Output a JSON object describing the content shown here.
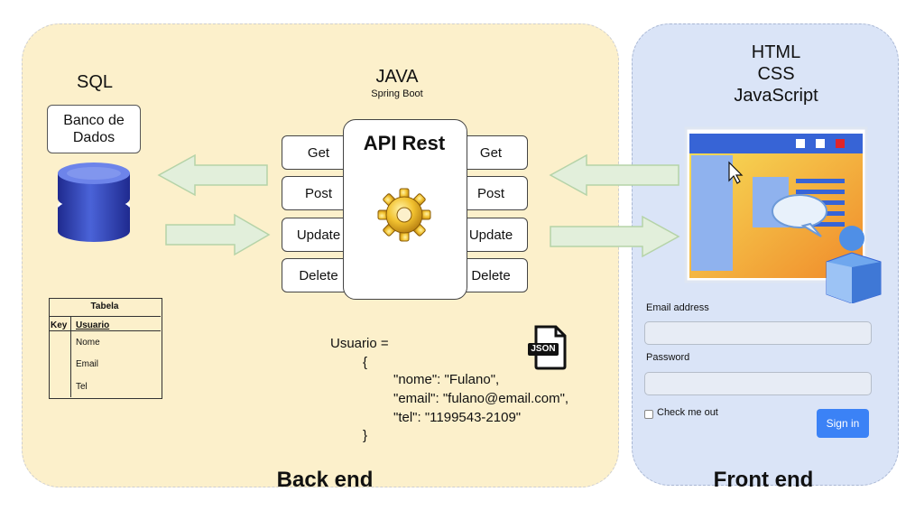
{
  "backend": {
    "zone_title": "Back end",
    "sql_label": "SQL",
    "db_label_line1": "Banco de",
    "db_label_line2": "Dados",
    "java_label": "JAVA",
    "java_sub": "Spring Boot",
    "api_title": "API Rest",
    "methods_left": [
      "Get",
      "Post",
      "Update",
      "Delete"
    ],
    "methods_right": [
      "Get",
      "Post",
      "Update",
      "Delete"
    ],
    "table": {
      "title": "Tabela",
      "key_header": "Key",
      "pk_field": "Usuario",
      "fields": [
        "Nome",
        "Email",
        "Tel"
      ]
    },
    "json_badge": "JSON",
    "code_lines": [
      "Usuario =",
      "{",
      "\"nome\": \"Fulano\",",
      "\"email\": \"fulano@email.com\",",
      "\"tel\": \"1199543-2109\"",
      "}"
    ]
  },
  "frontend": {
    "zone_title": "Front end",
    "tech_lines": [
      "HTML",
      "CSS",
      "JavaScript"
    ],
    "form": {
      "email_label": "Email address",
      "password_label": "Password",
      "checkbox_label": "Check me out",
      "signin_label": "Sign in"
    }
  },
  "colors": {
    "backend_bg": "#fcf0cb",
    "frontend_bg": "#dae4f7",
    "arrow_fill": "#e2efdb",
    "arrow_stroke": "#b5d3a8",
    "button_blue": "#3b82f6",
    "db_blue": "#2f3fb3"
  }
}
